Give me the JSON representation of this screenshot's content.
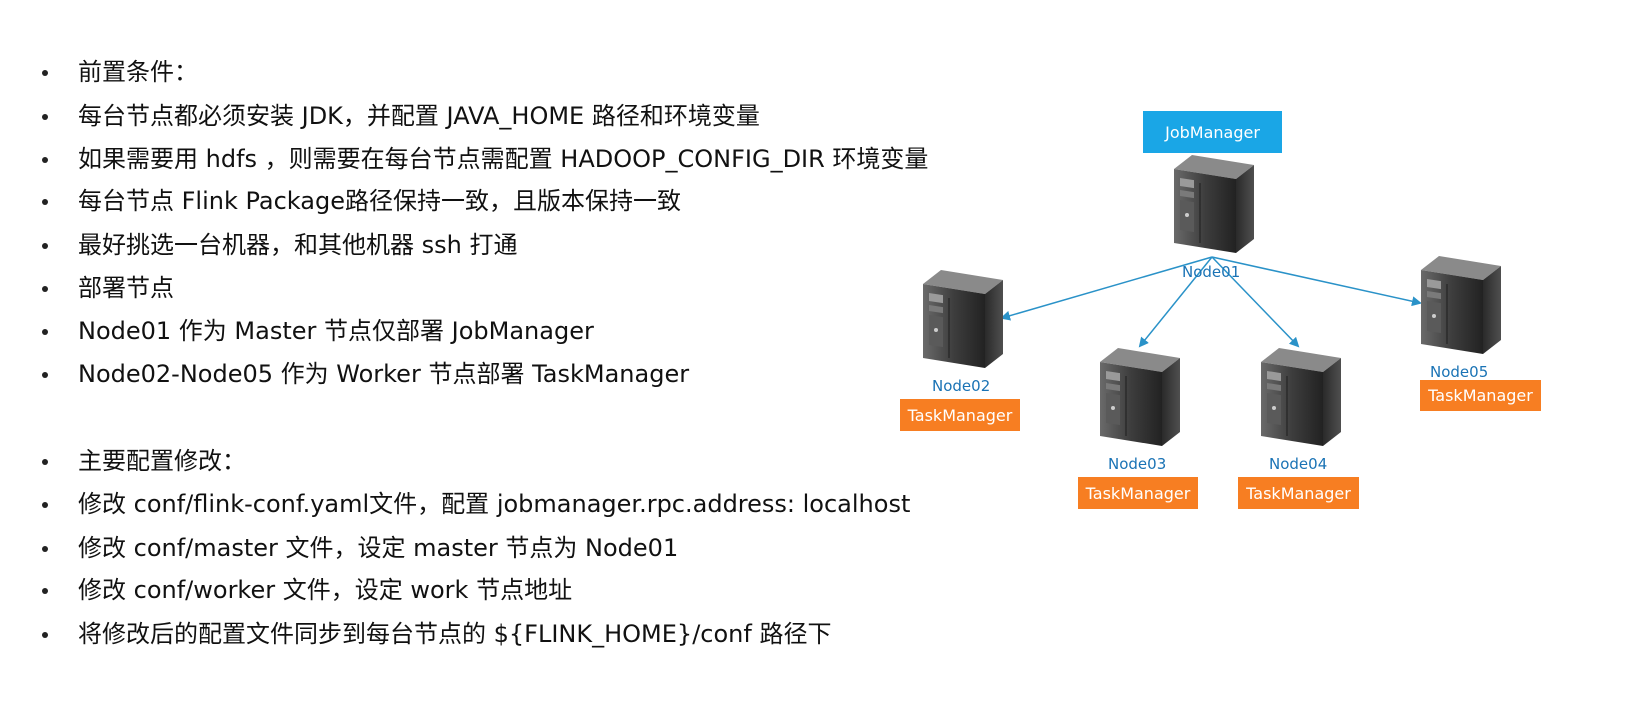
{
  "bullets": [
    "前置条件：",
    "每台节点都必须安装 JDK，并配置 JAVA_HOME 路径和环境变量",
    "如果需要用 hdfs ，则需要在每台节点需配置 HADOOP_CONFIG_DIR 环境变量",
    "每台节点 Flink Package路径保持一致，且版本保持一致",
    "最好挑选一台机器，和其他机器 ssh 打通",
    "部署节点",
    "Node01 作为 Master 节点仅部署 JobManager",
    "Node02-Node05 作为 Worker 节点部署 TaskManager",
    "主要配置修改：",
    "修改 conf/flink-conf.yaml文件，配置 jobmanager.rpc.address: localhost",
    "修改 conf/master 文件，设定 master 节点为 Node01",
    "修改 conf/worker 文件，设定 work 节点地址",
    "将修改后的配置文件同步到每台节点的 ${FLINK_HOME}/conf 路径下"
  ],
  "diagram": {
    "jobmanager_label": "JobManager",
    "master_node": "Node01",
    "workers": [
      {
        "node": "Node02",
        "role": "TaskManager"
      },
      {
        "node": "Node03",
        "role": "TaskManager"
      },
      {
        "node": "Node04",
        "role": "TaskManager"
      },
      {
        "node": "Node05",
        "role": "TaskManager"
      }
    ],
    "colors": {
      "jobmanager": "#1aa6e6",
      "taskmanager": "#f77e22",
      "arrow": "#2a92c8",
      "node_label": "#1a73b5"
    }
  }
}
